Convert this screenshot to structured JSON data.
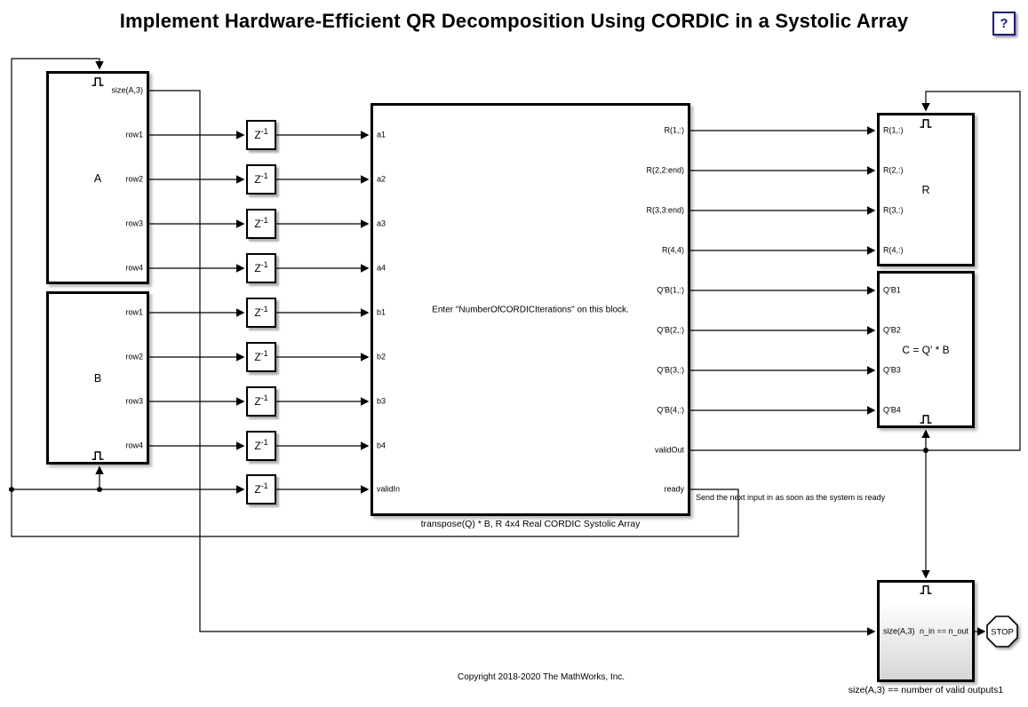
{
  "title": "Implement Hardware-Efficient QR Decomposition Using CORDIC in a Systolic Array",
  "help_button": {
    "label": "?"
  },
  "colors": {
    "line": "#000000",
    "help_accent": "#1b1b7e",
    "block_fill": "#ffffff",
    "counter_gradient_end": "#d6d6d6"
  },
  "block_a": {
    "label": "A",
    "ports": [
      "size(A,3)",
      "row1",
      "row2",
      "row3",
      "row4"
    ]
  },
  "block_b": {
    "label": "B",
    "ports": [
      "row1",
      "row2",
      "row3",
      "row4"
    ]
  },
  "delay": {
    "base": "Z",
    "exp": "-1"
  },
  "systolic": {
    "caption": "transpose(Q) * B, R 4x4 Real CORDIC Systolic Array",
    "hint": "Enter \"NumberOfCORDICIterations\" on this block.",
    "inputs": [
      "a1",
      "a2",
      "a3",
      "a4",
      "b1",
      "b2",
      "b3",
      "b4",
      "validIn"
    ],
    "outputs": [
      "R(1,:)",
      "R(2,2:end)",
      "R(3,3:end)",
      "R(4,4)",
      "Q'B(1,:)",
      "Q'B(2,:)",
      "Q'B(3,:)",
      "Q'B(4,:)",
      "validOut",
      "ready"
    ]
  },
  "block_r": {
    "label": "R",
    "inputs": [
      "R(1,:)",
      "R(2,:)",
      "R(3,:)",
      "R(4,:)"
    ]
  },
  "block_c": {
    "label": "C = Q' * B",
    "inputs": [
      "Q'B1",
      "Q'B2",
      "Q'B3",
      "Q'B4"
    ]
  },
  "counter": {
    "input": "size(A,3)",
    "output": "n_in == n_out",
    "caption": "size(A,3) == number of valid outputs1"
  },
  "stop": {
    "label": "STOP"
  },
  "annotations": {
    "ready_note": "Send the next input in as soon as the system is ready",
    "copyright": "Copyright 2018-2020 The MathWorks, Inc."
  }
}
